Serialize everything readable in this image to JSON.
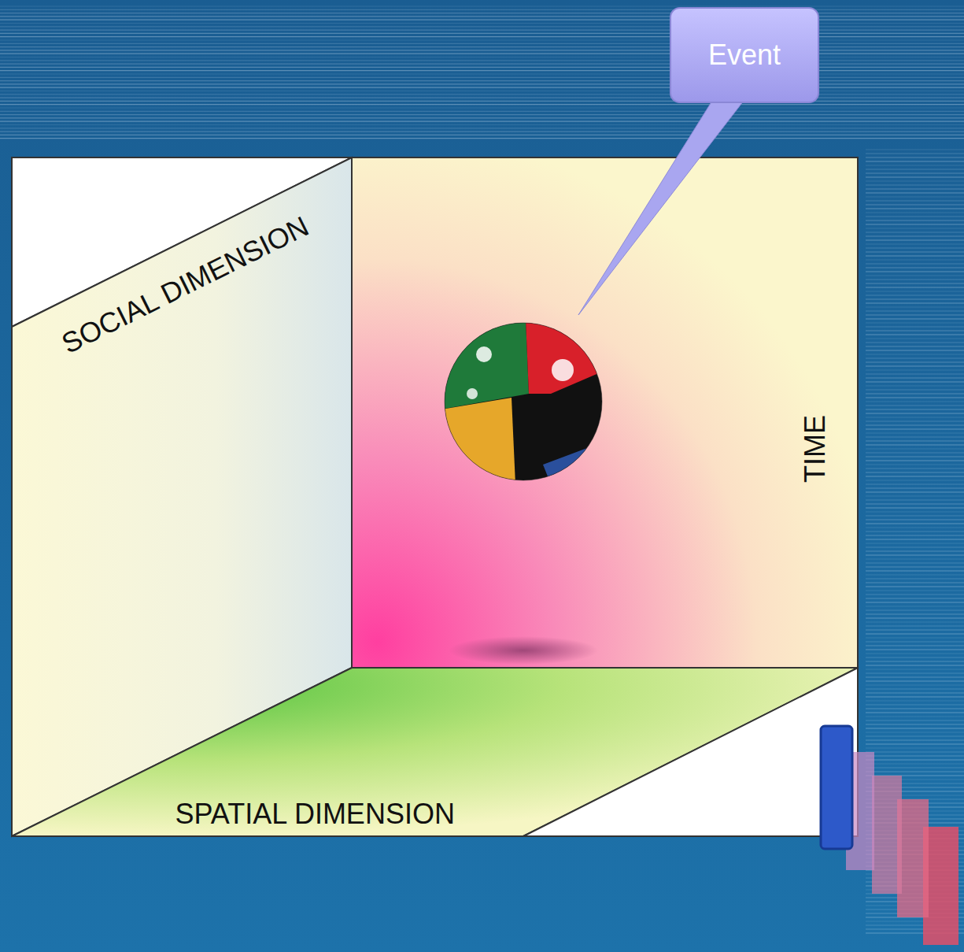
{
  "diagram": {
    "nodes": [
      {
        "text": [
          "Event"
        ]
      }
    ],
    "labels": [
      "SOCIAL DIMENSION",
      "TIME",
      "SPATIAL DIMENSION"
    ]
  }
}
